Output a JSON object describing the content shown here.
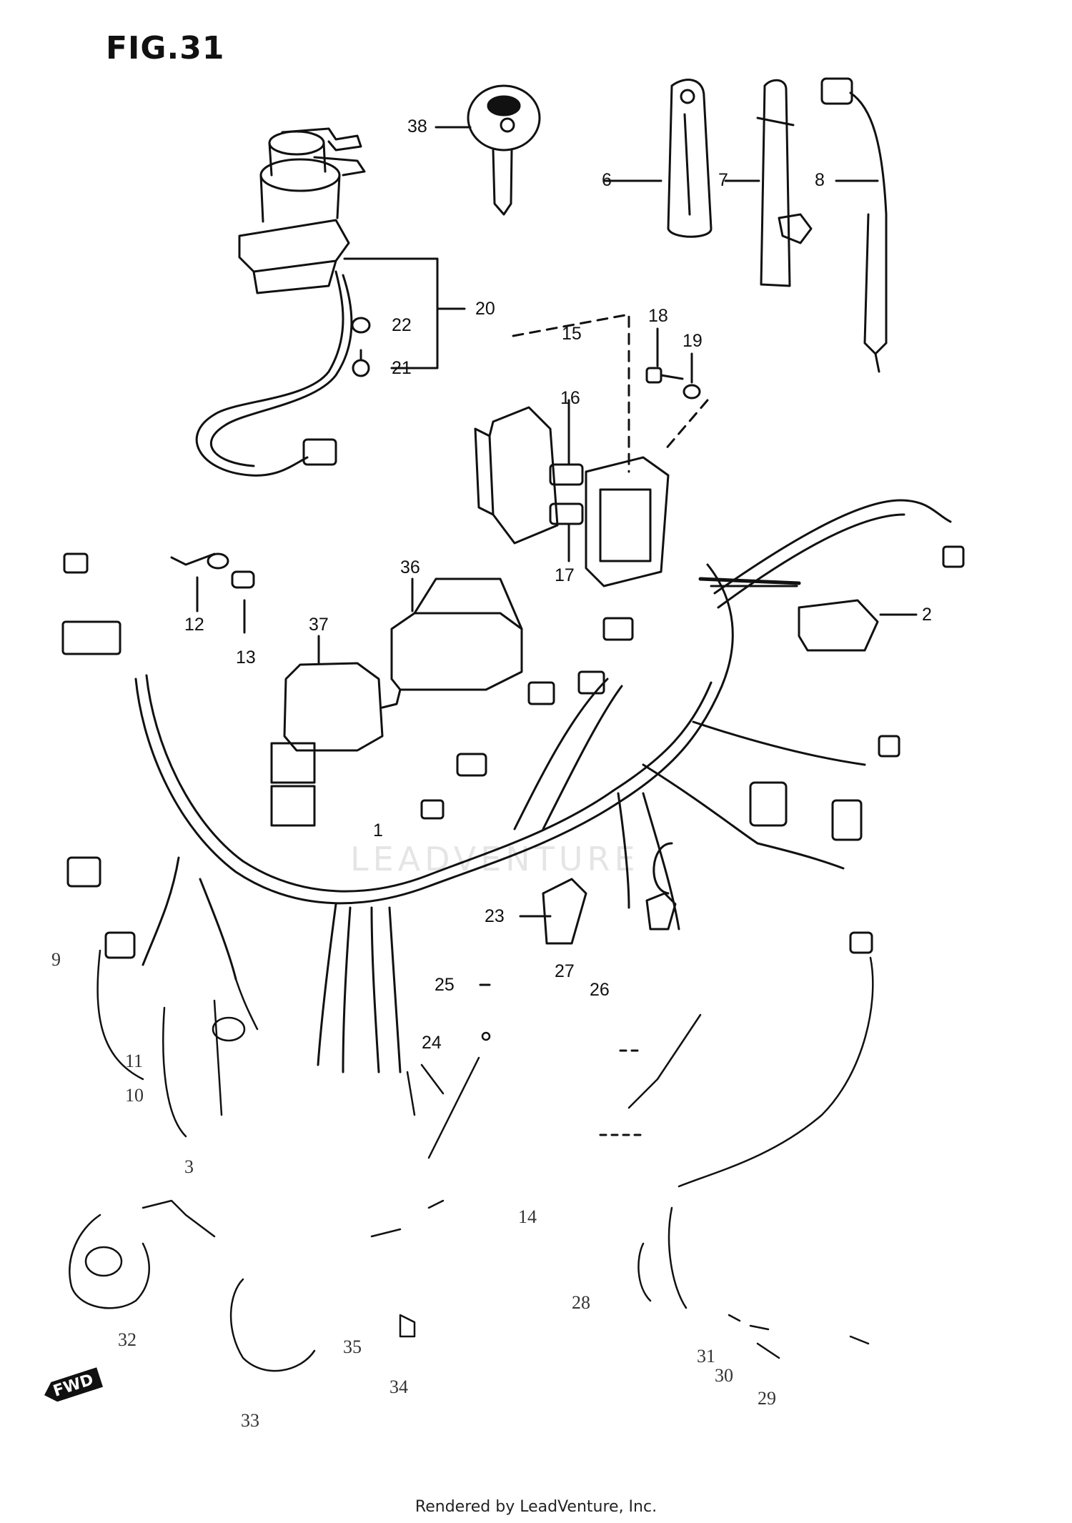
{
  "figure": {
    "title": "FIG.31",
    "footer": "Rendered by LeadVenture, Inc.",
    "watermark": "LEADVENTURE",
    "direction_mark": "FWD"
  },
  "callouts": [
    {
      "id": "1",
      "text": "1"
    },
    {
      "id": "2",
      "text": "2"
    },
    {
      "id": "3",
      "text": "3"
    },
    {
      "id": "6",
      "text": "6"
    },
    {
      "id": "7",
      "text": "7"
    },
    {
      "id": "8",
      "text": "8"
    },
    {
      "id": "9",
      "text": "9"
    },
    {
      "id": "10",
      "text": "10"
    },
    {
      "id": "11",
      "text": "11"
    },
    {
      "id": "12",
      "text": "12"
    },
    {
      "id": "13",
      "text": "13"
    },
    {
      "id": "14",
      "text": "14"
    },
    {
      "id": "15",
      "text": "15"
    },
    {
      "id": "16",
      "text": "16"
    },
    {
      "id": "17",
      "text": "17"
    },
    {
      "id": "18",
      "text": "18"
    },
    {
      "id": "19",
      "text": "19"
    },
    {
      "id": "20",
      "text": "20"
    },
    {
      "id": "21",
      "text": "21"
    },
    {
      "id": "22",
      "text": "22"
    },
    {
      "id": "23",
      "text": "23"
    },
    {
      "id": "24",
      "text": "24"
    },
    {
      "id": "25",
      "text": "25"
    },
    {
      "id": "26",
      "text": "26"
    },
    {
      "id": "27",
      "text": "27"
    },
    {
      "id": "28",
      "text": "28"
    },
    {
      "id": "29",
      "text": "29"
    },
    {
      "id": "30",
      "text": "30"
    },
    {
      "id": "31",
      "text": "31"
    },
    {
      "id": "32",
      "text": "32"
    },
    {
      "id": "33",
      "text": "33"
    },
    {
      "id": "34",
      "text": "34"
    },
    {
      "id": "35",
      "text": "35"
    },
    {
      "id": "36",
      "text": "36"
    },
    {
      "id": "37",
      "text": "37"
    },
    {
      "id": "38",
      "text": "38"
    }
  ]
}
